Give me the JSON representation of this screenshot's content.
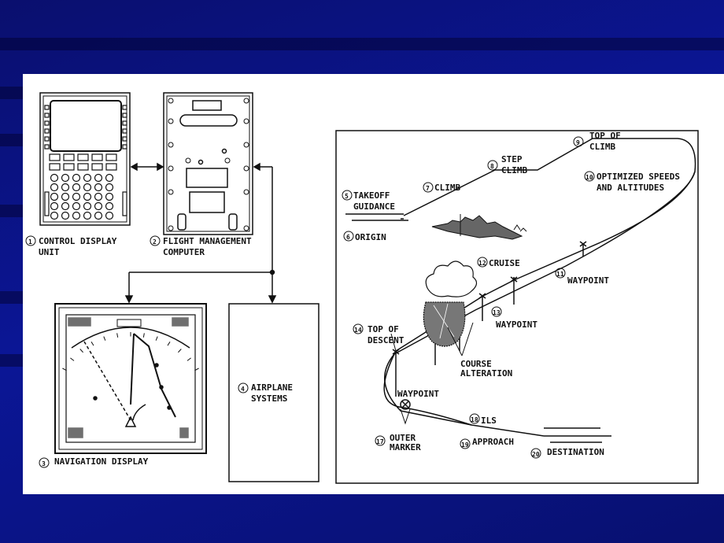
{
  "left": {
    "cdu_label": [
      "CONTROL DISPLAY",
      "UNIT"
    ],
    "cdu_num": "1",
    "fmc_label": [
      "FLIGHT MANAGEMENT",
      "COMPUTER"
    ],
    "fmc_num": "2",
    "nav_label": "NAVIGATION DISPLAY",
    "nav_num": "3",
    "sys_label": [
      "AIRPLANE",
      "SYSTEMS"
    ],
    "sys_num": "4"
  },
  "flight": {
    "takeoff": [
      "TAKEOFF",
      "GUIDANCE"
    ],
    "takeoff_num": "5",
    "origin": "ORIGIN",
    "origin_num": "6",
    "climb": "CLIMB",
    "climb_num": "7",
    "step_climb": [
      "STEP",
      "CLIMB"
    ],
    "step_climb_num": "8",
    "top_of_climb": [
      "TOP OF",
      "CLIMB"
    ],
    "top_of_climb_num": "9",
    "optimized": [
      "OPTIMIZED SPEEDS",
      "AND ALTITUDES"
    ],
    "optimized_num": "10",
    "waypoint_a": "WAYPOINT",
    "waypoint_a_num": "11",
    "cruise": "CRUISE",
    "cruise_num": "12",
    "waypoint_b": "WAYPOINT",
    "waypoint_b_num": "13",
    "top_of_descent": [
      "TOP OF",
      "DESCENT"
    ],
    "top_of_descent_num": "14",
    "course_alteration": [
      "COURSE",
      "ALTERATION"
    ],
    "waypoint_c": "WAYPOINT",
    "outer_marker": [
      "OUTER",
      "MARKER"
    ],
    "outer_marker_num": "17",
    "ils": "ILS",
    "ils_num": "18",
    "approach": "APPROACH",
    "approach_num": "19",
    "destination": "DESTINATION",
    "destination_num": "20"
  }
}
